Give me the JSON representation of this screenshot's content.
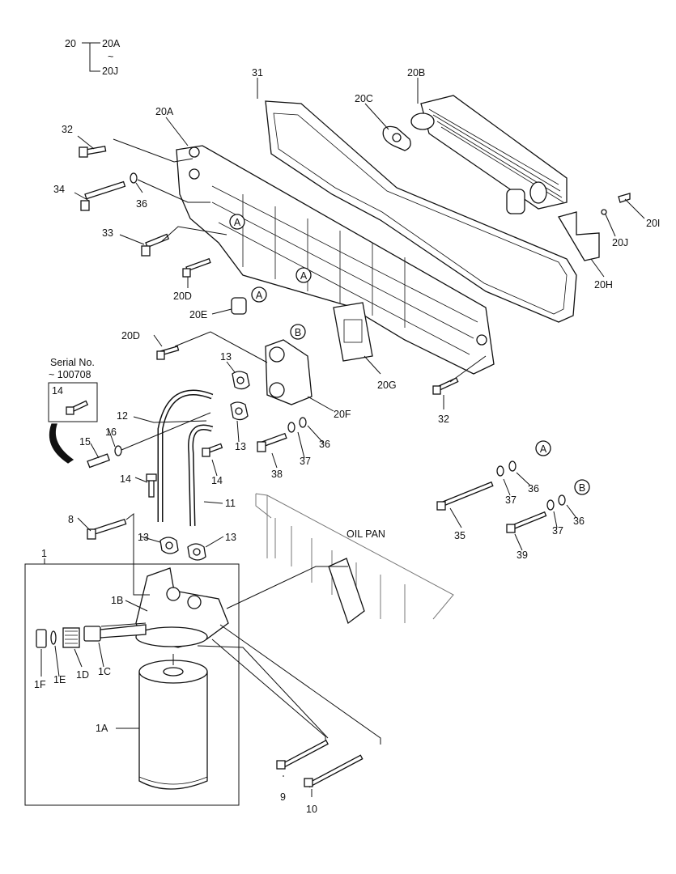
{
  "labels": {
    "l20": "20",
    "l20A_top": "20A",
    "tilde": "~",
    "l20J_top": "20J",
    "l31": "31",
    "l20B": "20B",
    "l20C": "20C",
    "l20A": "20A",
    "l32a": "32",
    "l34": "34",
    "l36a": "36",
    "l33": "33",
    "l20I": "20I",
    "l20J": "20J",
    "l20H": "20H",
    "l20D_a": "20D",
    "l20E": "20E",
    "l20D_b": "20D",
    "l13a": "13",
    "l20G": "20G",
    "l20F": "20F",
    "l32b": "32",
    "serial1": "Serial No.",
    "serial2": "~ 100708",
    "l14box": "14",
    "l12": "12",
    "l16": "16",
    "l15": "15",
    "l13b": "13",
    "l14b": "14",
    "l38": "38",
    "l37a": "37",
    "l36b": "36",
    "l14c": "14",
    "l11": "11",
    "l8": "8",
    "l13c": "13",
    "l13d": "13",
    "l37b": "37",
    "l36c": "36",
    "l35": "35",
    "l37c": "37",
    "l36d": "36",
    "l39": "39",
    "oilpan": "OIL PAN",
    "l1": "1",
    "l1B": "1B",
    "l1F": "1F",
    "l1E": "1E",
    "l1D": "1D",
    "l1C": "1C",
    "l1A": "1A",
    "l9": "9",
    "l10": "10"
  },
  "callouts": {
    "A1": "A",
    "A2": "A",
    "A3": "A",
    "B1": "B",
    "A4": "A",
    "B2": "B"
  }
}
